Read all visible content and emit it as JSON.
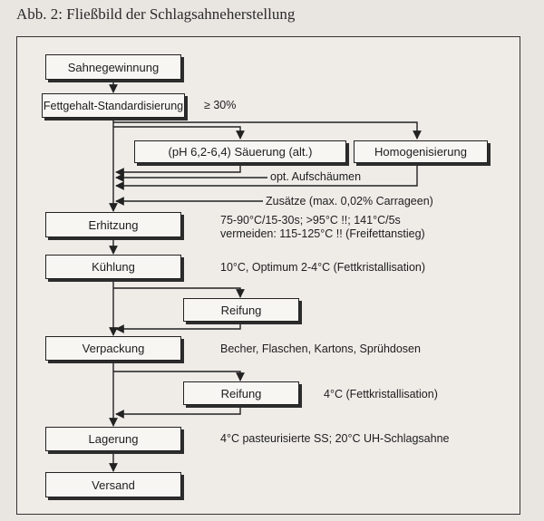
{
  "caption": "Abb. 2: Fließbild der Schlagsahneherstellung",
  "boxes": {
    "sahnegewinnung": "Sahnegewinnung",
    "fettgehalt": "Fettgehalt-Standardisierung",
    "saeuerung": "(pH 6,2-6,4) Säuerung (alt.)",
    "homogenisierung": "Homogenisierung",
    "erhitzung": "Erhitzung",
    "kuehlung": "Kühlung",
    "reifung_1": "Reifung",
    "verpackung": "Verpackung",
    "reifung_2": "Reifung",
    "lagerung": "Lagerung",
    "versand": "Versand"
  },
  "notes": {
    "fett": "≥ 30%",
    "aufschaeumen": "opt. Aufschäumen",
    "zusaetze": "Zusätze (max. 0,02% Carrageen)",
    "erhitzung_1": "75-90°C/15-30s; >95°C !!; 141°C/5s",
    "erhitzung_2": "vermeiden: 115-125°C !! (Freifettanstieg)",
    "kuehlung": "10°C, Optimum 2-4°C (Fettkristallisation)",
    "verpackung": "Becher, Flaschen, Kartons, Sprühdosen",
    "reifung_2": "4°C (Fettkristallisation)",
    "lagerung": "4°C pasteurisierte SS; 20°C UH-Schlagsahne"
  }
}
